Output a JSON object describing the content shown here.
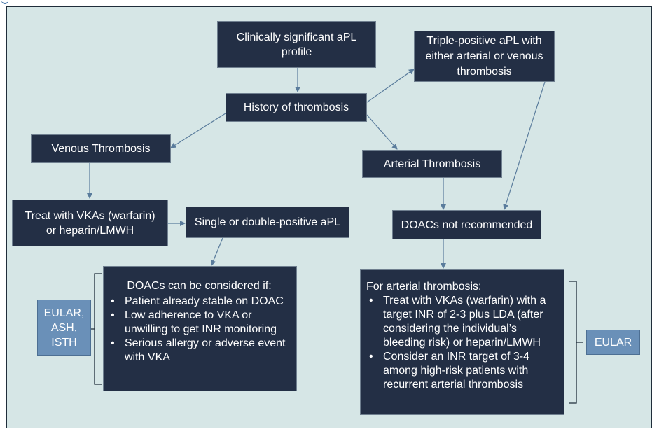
{
  "nodes": {
    "aplProfile": "Clinically significant aPL\nprofile",
    "history": "History of thrombosis",
    "tripleTitle": "Triple-positive aPL with\neither arterial or venous\nthrombosis",
    "venous": "Venous Thrombosis",
    "arterial": "Arterial Thrombosis",
    "treatVka": "Treat with VKAs (warfarin)\nor heparin/LMWH",
    "singleDouble": "Single or double-positive aPL",
    "doacsNot": "DOACs not recommended"
  },
  "doacConsider": {
    "heading": "DOACs can be considered if:",
    "items": [
      "Patient already stable on DOAC",
      "Low adherence to VKA or unwilling to get INR monitoring",
      "Serious allergy or adverse event with VKA"
    ]
  },
  "arterialTreatment": {
    "heading": "For arterial thrombosis:",
    "items": [
      "Treat with VKAs (warfarin) with a target INR of 2-3 plus LDA (after considering the individual’s bleeding risk) or heparin/LMWH",
      "Consider an INR target of 3-4 among high-risk patients with recurrent arterial thrombosis"
    ]
  },
  "tags": {
    "left": "EULAR,\nASH,\nISTH",
    "right": "EULAR"
  },
  "colors": {
    "box": "#232f45",
    "background": "#d6e6e6",
    "tag": "#6a90b8",
    "arrow": "#5a7c9c"
  }
}
